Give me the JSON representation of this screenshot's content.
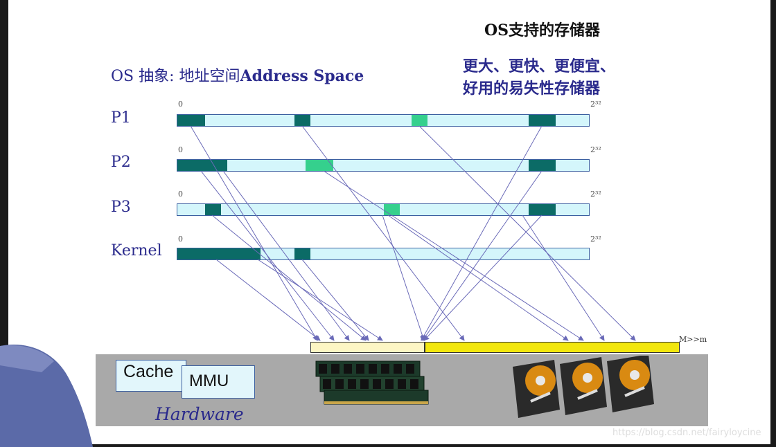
{
  "right_title": "OS支持的存储器",
  "right_subtitle_line1": "更大、更快、更便宜、",
  "right_subtitle_line2": "好用的易失性存储器",
  "left_title_prefix": "OS 抽象: 地址空间",
  "left_title_bold": "Address Space",
  "rows": [
    {
      "label": "P1",
      "start": "0",
      "end": "2³²"
    },
    {
      "label": "P2",
      "start": "0",
      "end": "2³²"
    },
    {
      "label": "P3",
      "start": "0",
      "end": "2³²"
    },
    {
      "label": "Kernel",
      "start": "0",
      "end": "2³²"
    }
  ],
  "physical_label": "M>>m",
  "hardware": {
    "cache": "Cache",
    "mmu": "MMU",
    "label": "Hardware"
  },
  "watermark": "https://blog.csdn.net/fairyloycine",
  "colors": {
    "bar_fill": "#d4f6fb",
    "segment_dark": "#0b6b66",
    "segment_light": "#35d08d",
    "text_blue": "#2a2a8c",
    "physical_light": "#fdf6c4",
    "physical_yellow": "#f2e70e",
    "hardware_band": "#a9a9a9"
  }
}
